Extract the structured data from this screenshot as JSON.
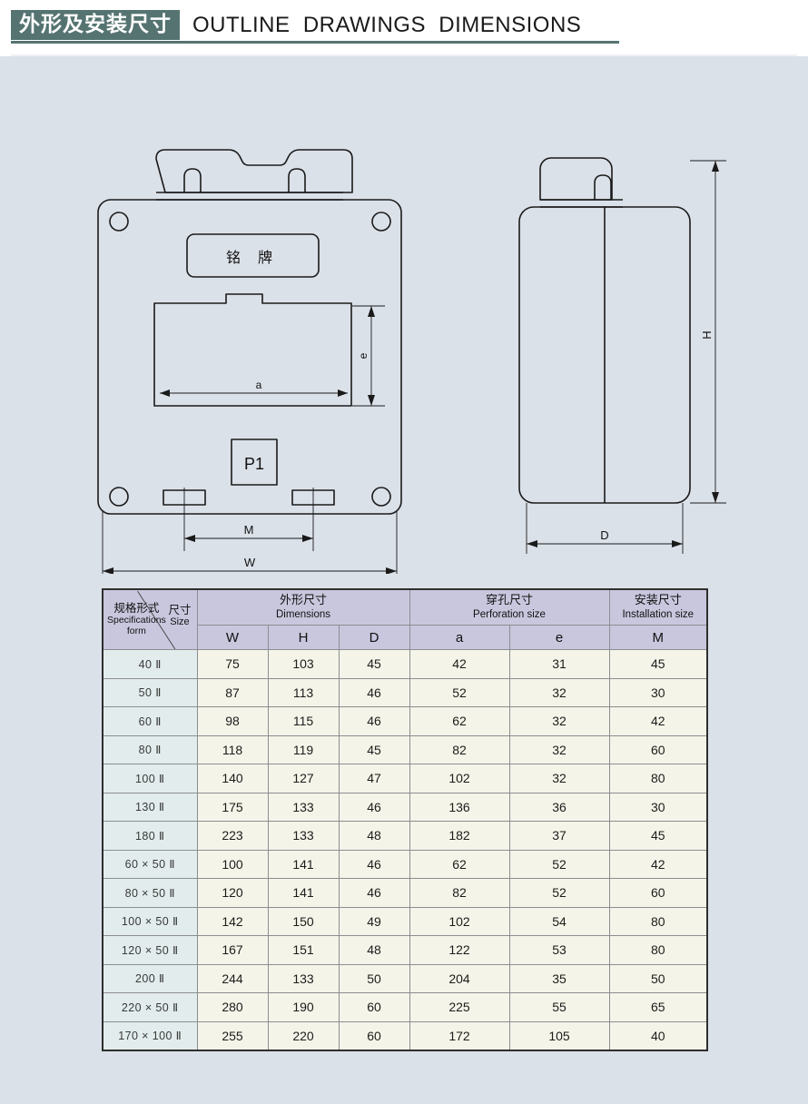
{
  "header": {
    "badge_cn": "外形及安装尺寸",
    "title_en": "OUTLINE  DRAWINGS  DIMENSIONS",
    "accent_color": "#557471"
  },
  "drawing": {
    "background_color": "#dbe1e9",
    "line_color": "#1a1a1a",
    "front_view": {
      "nameplate_label": "铭  牌",
      "terminal_label": "P1",
      "dim_a": "a",
      "dim_e": "e",
      "dim_m": "M",
      "dim_w": "W"
    },
    "side_view": {
      "dim_h": "H",
      "dim_d": "D"
    }
  },
  "table": {
    "corner": {
      "top_right_cn": "尺寸",
      "top_right_en": "Size",
      "bottom_left_cn": "规格形式",
      "bottom_left_en_1": "Specifications",
      "bottom_left_en_2": "form"
    },
    "groups": [
      {
        "cn": "外形尺寸",
        "en": "Dimensions",
        "span": 3
      },
      {
        "cn": "穿孔尺寸",
        "en": "Perforation size",
        "span": 2
      },
      {
        "cn": "安装尺寸",
        "en": "Installation size",
        "span": 1
      }
    ],
    "symbols": [
      "W",
      "H",
      "D",
      "a",
      "e",
      "M"
    ],
    "header_bg": "#c9c7de",
    "label_bg": "#e2ecec",
    "value_bg": "#f4f4e8",
    "rows": [
      {
        "spec": "40 Ⅱ",
        "W": "75",
        "H": "103",
        "D": "45",
        "a": "42",
        "e": "31",
        "M": "45"
      },
      {
        "spec": "50 Ⅱ",
        "W": "87",
        "H": "113",
        "D": "46",
        "a": "52",
        "e": "32",
        "M": "30"
      },
      {
        "spec": "60 Ⅱ",
        "W": "98",
        "H": "115",
        "D": "46",
        "a": "62",
        "e": "32",
        "M": "42"
      },
      {
        "spec": "80 Ⅱ",
        "W": "118",
        "H": "119",
        "D": "45",
        "a": "82",
        "e": "32",
        "M": "60"
      },
      {
        "spec": "100 Ⅱ",
        "W": "140",
        "H": "127",
        "D": "47",
        "a": "102",
        "e": "32",
        "M": "80"
      },
      {
        "spec": "130 Ⅱ",
        "W": "175",
        "H": "133",
        "D": "46",
        "a": "136",
        "e": "36",
        "M": "30"
      },
      {
        "spec": "180 Ⅱ",
        "W": "223",
        "H": "133",
        "D": "48",
        "a": "182",
        "e": "37",
        "M": "45"
      },
      {
        "spec": "60 × 50 Ⅱ",
        "W": "100",
        "H": "141",
        "D": "46",
        "a": "62",
        "e": "52",
        "M": "42"
      },
      {
        "spec": "80 × 50 Ⅱ",
        "W": "120",
        "H": "141",
        "D": "46",
        "a": "82",
        "e": "52",
        "M": "60"
      },
      {
        "spec": "100 × 50 Ⅱ",
        "W": "142",
        "H": "150",
        "D": "49",
        "a": "102",
        "e": "54",
        "M": "80"
      },
      {
        "spec": "120 × 50 Ⅱ",
        "W": "167",
        "H": "151",
        "D": "48",
        "a": "122",
        "e": "53",
        "M": "80"
      },
      {
        "spec": "200 Ⅱ",
        "W": "244",
        "H": "133",
        "D": "50",
        "a": "204",
        "e": "35",
        "M": "50"
      },
      {
        "spec": "220 × 50 Ⅱ",
        "W": "280",
        "H": "190",
        "D": "60",
        "a": "225",
        "e": "55",
        "M": "65"
      },
      {
        "spec": "170 × 100 Ⅱ",
        "W": "255",
        "H": "220",
        "D": "60",
        "a": "172",
        "e": "105",
        "M": "40"
      }
    ]
  }
}
